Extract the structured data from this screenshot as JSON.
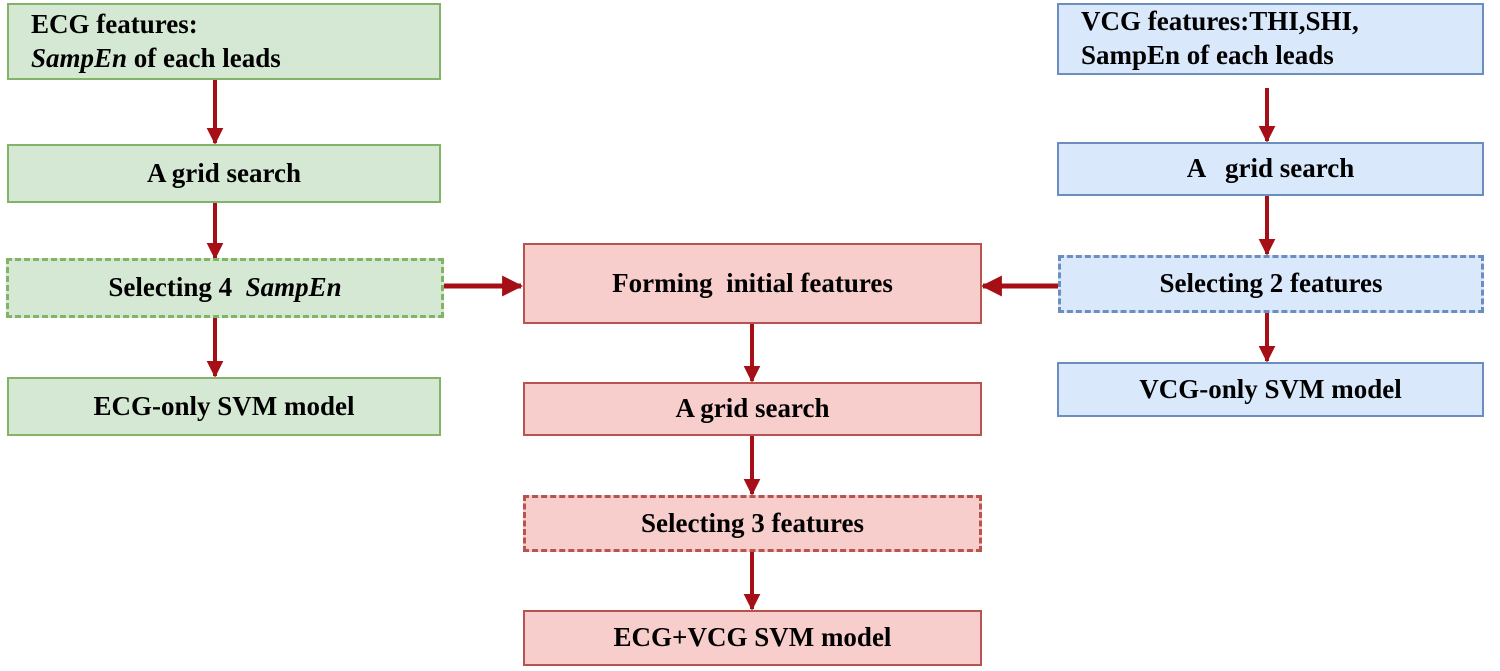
{
  "colors": {
    "green_fill": "#d5e8d4",
    "green_border": "#82b366",
    "blue_fill": "#dae8fc",
    "blue_border": "#6c8ebf",
    "pink_fill": "#f8cecc",
    "pink_border": "#b85450",
    "arrow": "#a50f15"
  },
  "ecg": {
    "features_line1": "ECG features:",
    "features_line2_italic": "SampEn",
    "features_line2_rest": " of each leads",
    "grid_search": "A grid search",
    "select_prefix": "Selecting 4  ",
    "select_italic": "SampEn",
    "model": "ECG-only SVM model"
  },
  "vcg": {
    "features_line1": "VCG features:THI,SHI,",
    "features_line2": "SampEn of each leads",
    "grid_search": "A   grid search",
    "select": "Selecting 2 features",
    "model": "VCG-only SVM model"
  },
  "combined": {
    "forming": "Forming  initial features",
    "grid_search": "A grid search",
    "select": "Selecting 3 features",
    "model": "ECG+VCG SVM model"
  }
}
